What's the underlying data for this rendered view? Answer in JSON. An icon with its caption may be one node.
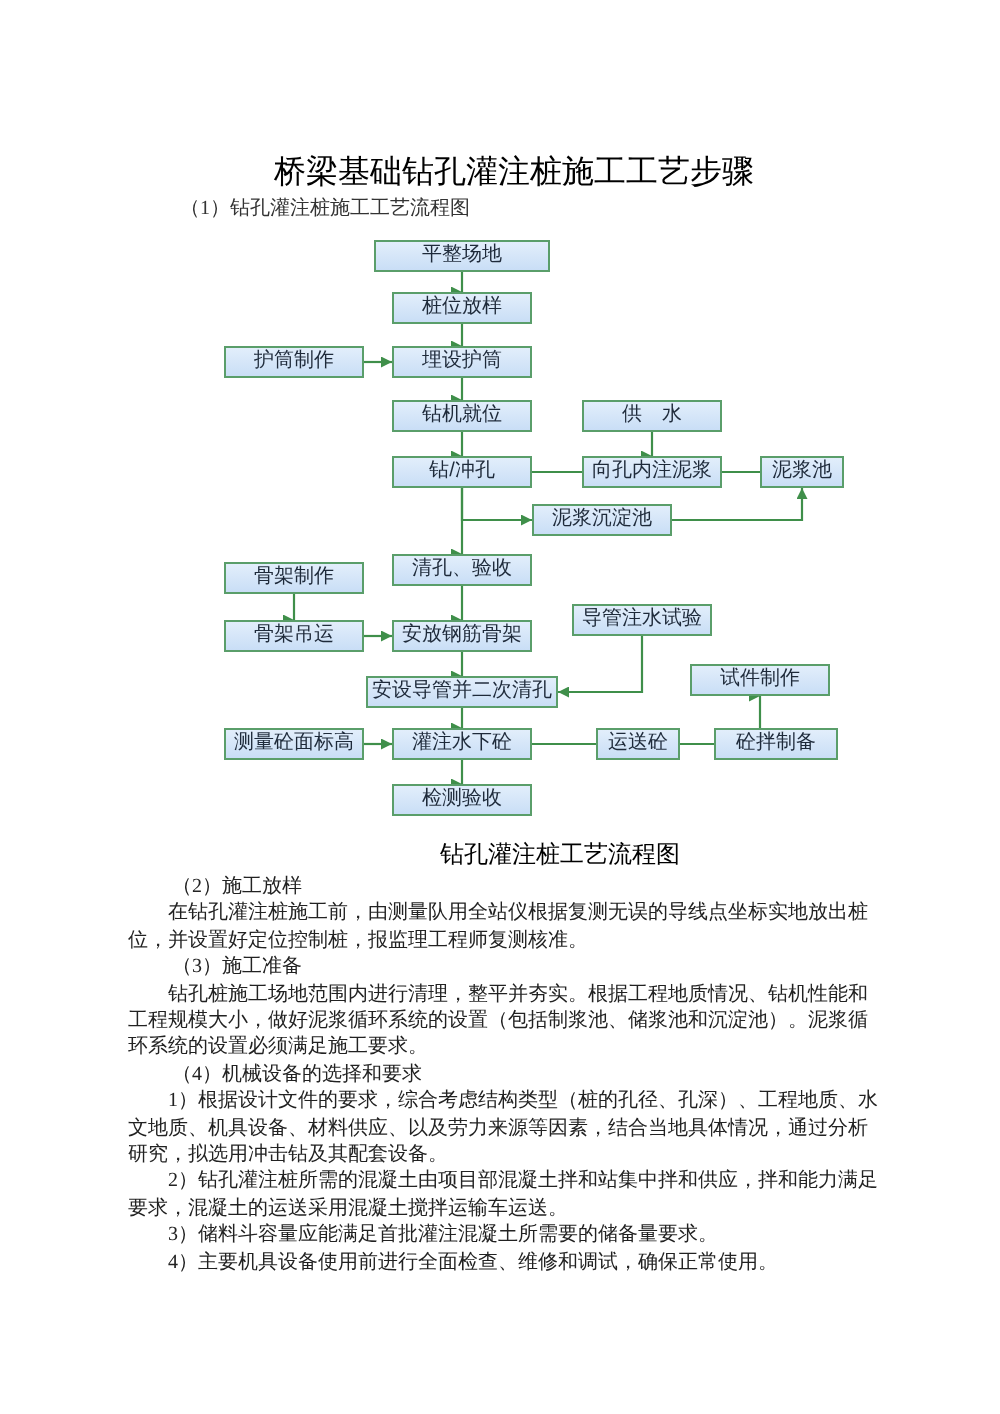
{
  "diagram": {
    "title": "桥梁基础钻孔灌注桩施工工艺步骤",
    "caption": "钻孔灌注桩工艺流程图",
    "nodes": [
      {
        "text": [
          "平整场地"
        ]
      },
      {
        "text": [
          "桩位放样"
        ]
      },
      {
        "text": [
          "埋设护筒"
        ]
      },
      {
        "text": [
          "护筒制作"
        ]
      },
      {
        "text": [
          "钻机就位"
        ]
      },
      {
        "text": [
          "供　水"
        ]
      },
      {
        "text": [
          "钻/冲孔"
        ]
      },
      {
        "text": [
          "向孔内注泥浆"
        ]
      },
      {
        "text": [
          "泥浆池"
        ]
      },
      {
        "text": [
          "泥浆沉淀池"
        ]
      },
      {
        "text": [
          "清孔、验收"
        ]
      },
      {
        "text": [
          "骨架制作"
        ]
      },
      {
        "text": [
          "骨架吊运"
        ]
      },
      {
        "text": [
          "安放钢筋骨架"
        ]
      },
      {
        "text": [
          "导管注水试验"
        ]
      },
      {
        "text": [
          "安设导管并二次清孔"
        ]
      },
      {
        "text": [
          "试件制作"
        ]
      },
      {
        "text": [
          "测量砼面标高"
        ]
      },
      {
        "text": [
          "灌注水下砼"
        ]
      },
      {
        "text": [
          "运送砼"
        ]
      },
      {
        "text": [
          "砼拌制备"
        ]
      },
      {
        "text": [
          "检测验收"
        ]
      }
    ],
    "edges": [
      {
        "from": 0,
        "to": 1,
        "arrow": "to"
      },
      {
        "from": 1,
        "to": 2,
        "arrow": "to"
      },
      {
        "from": 3,
        "to": 2,
        "arrow": "to"
      },
      {
        "from": 2,
        "to": 4,
        "arrow": "to"
      },
      {
        "from": 4,
        "to": 6,
        "arrow": "to"
      },
      {
        "from": 5,
        "to": 7,
        "arrow": "to"
      },
      {
        "from": 7,
        "to": 6,
        "arrow": "to"
      },
      {
        "from": 8,
        "to": 7,
        "arrow": "to"
      },
      {
        "from": 6,
        "to": 9,
        "arrow": "to"
      },
      {
        "from": 9,
        "to": 8,
        "arrow": "to"
      },
      {
        "from": 6,
        "to": 10,
        "arrow": "to"
      },
      {
        "from": 11,
        "to": 12,
        "arrow": "to"
      },
      {
        "from": 12,
        "to": 13,
        "arrow": "to"
      },
      {
        "from": 10,
        "to": 13,
        "arrow": "to"
      },
      {
        "from": 13,
        "to": 15,
        "arrow": "to"
      },
      {
        "from": 14,
        "to": 15,
        "arrow": "to"
      },
      {
        "from": 15,
        "to": 18,
        "arrow": "to"
      },
      {
        "from": 17,
        "to": 18,
        "arrow": "to"
      },
      {
        "from": 19,
        "to": 18,
        "arrow": "to"
      },
      {
        "from": 20,
        "to": 19,
        "arrow": "to"
      },
      {
        "from": 20,
        "to": 16,
        "arrow": "to"
      },
      {
        "from": 18,
        "to": 21,
        "arrow": "to"
      }
    ],
    "labels": [
      "（1）钻孔灌注桩施工工艺流程图",
      "（2）施工放样",
      "在钻孔灌注桩施工前，由测量队用全站仪根据复测无误的导线点坐标实地放出桩位，并设置好定位控制桩，报监理工程师复测核准。",
      "（3）施工准备",
      "钻孔桩施工场地范围内进行清理，整平并夯实。根据工程地质情况、钻机性能和工程规模大小，做好泥浆循环系统的设置（包括制浆池、储浆池和沉淀池）。泥浆循环系统的设置必须满足施工要求。",
      "（4）机械设备的选择和要求",
      "1）根据设计文件的要求，综合考虑结构类型（桩的孔径、孔深）、工程地质、水文地质、机具设备、材料供应、以及劳力来源等因素，结合当地具体情况，通过分析研究，拟选用冲击钻及其配套设备。",
      "2）钻孔灌注桩所需的混凝土由项目部混凝土拌和站集中拌和供应，拌和能力满足要求，混凝土的运送采用混凝土搅拌运输车运送。",
      "3）储料斗容量应能满足首批灌注混凝土所需要的储备量要求。",
      "4）主要机具设备使用前进行全面检查、维修和调试，确保正常使用。"
    ]
  }
}
